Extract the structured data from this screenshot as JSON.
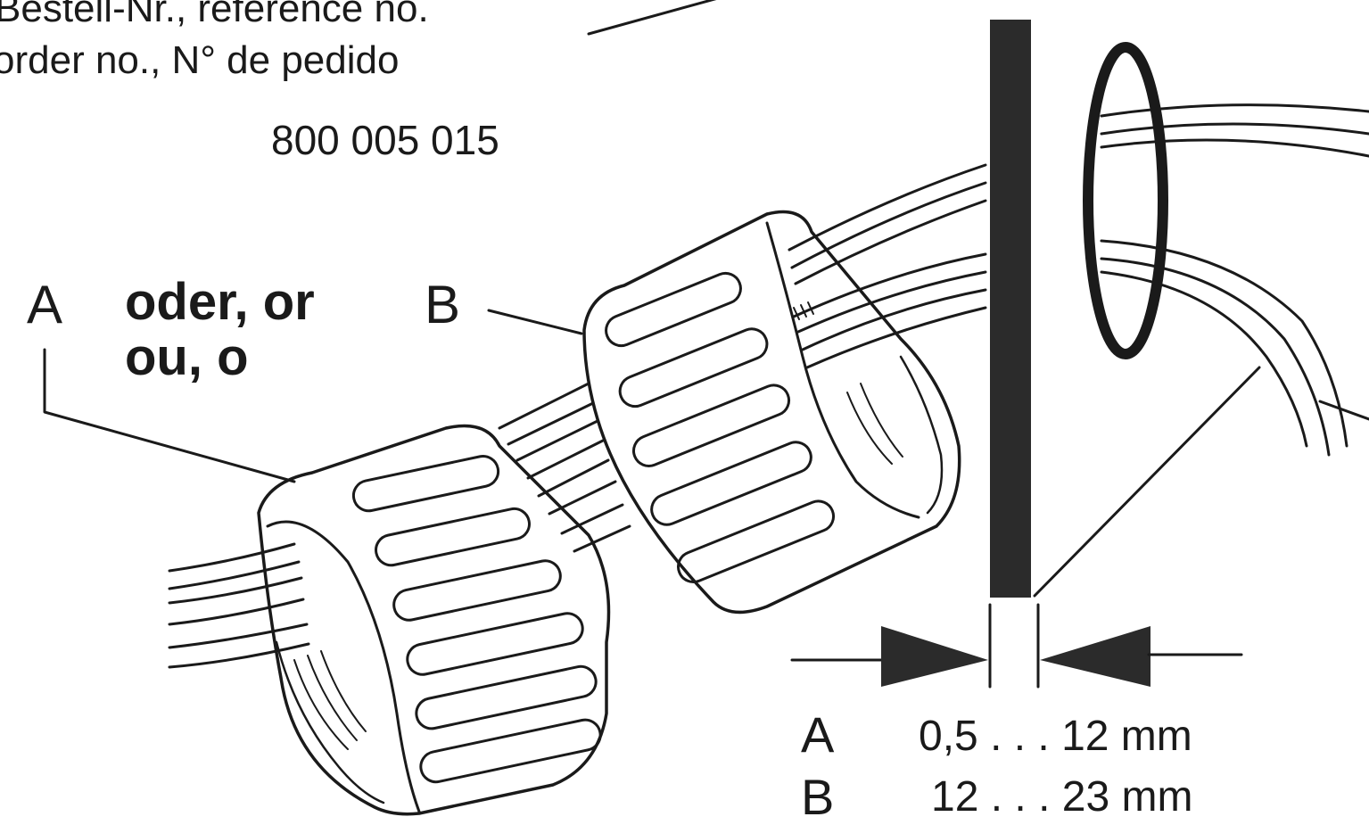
{
  "header": {
    "order_line_1": "Bestell-Nr., reference no.",
    "order_line_2": "order no., N° de pedido",
    "order_number": "800 005 015"
  },
  "callouts": {
    "label_a": "A",
    "alternative_line_1": "oder, or",
    "alternative_line_2": "ou, o",
    "label_b": "B"
  },
  "dimensions": {
    "range_a_key": "A",
    "range_a_value": "0,5 . . . 12 mm",
    "range_b_key": "B",
    "range_b_value": "12 . . . 23 mm"
  },
  "colors": {
    "ink": "#1a1a1a",
    "panel": "#2b2b2b",
    "background": "#ffffff"
  }
}
